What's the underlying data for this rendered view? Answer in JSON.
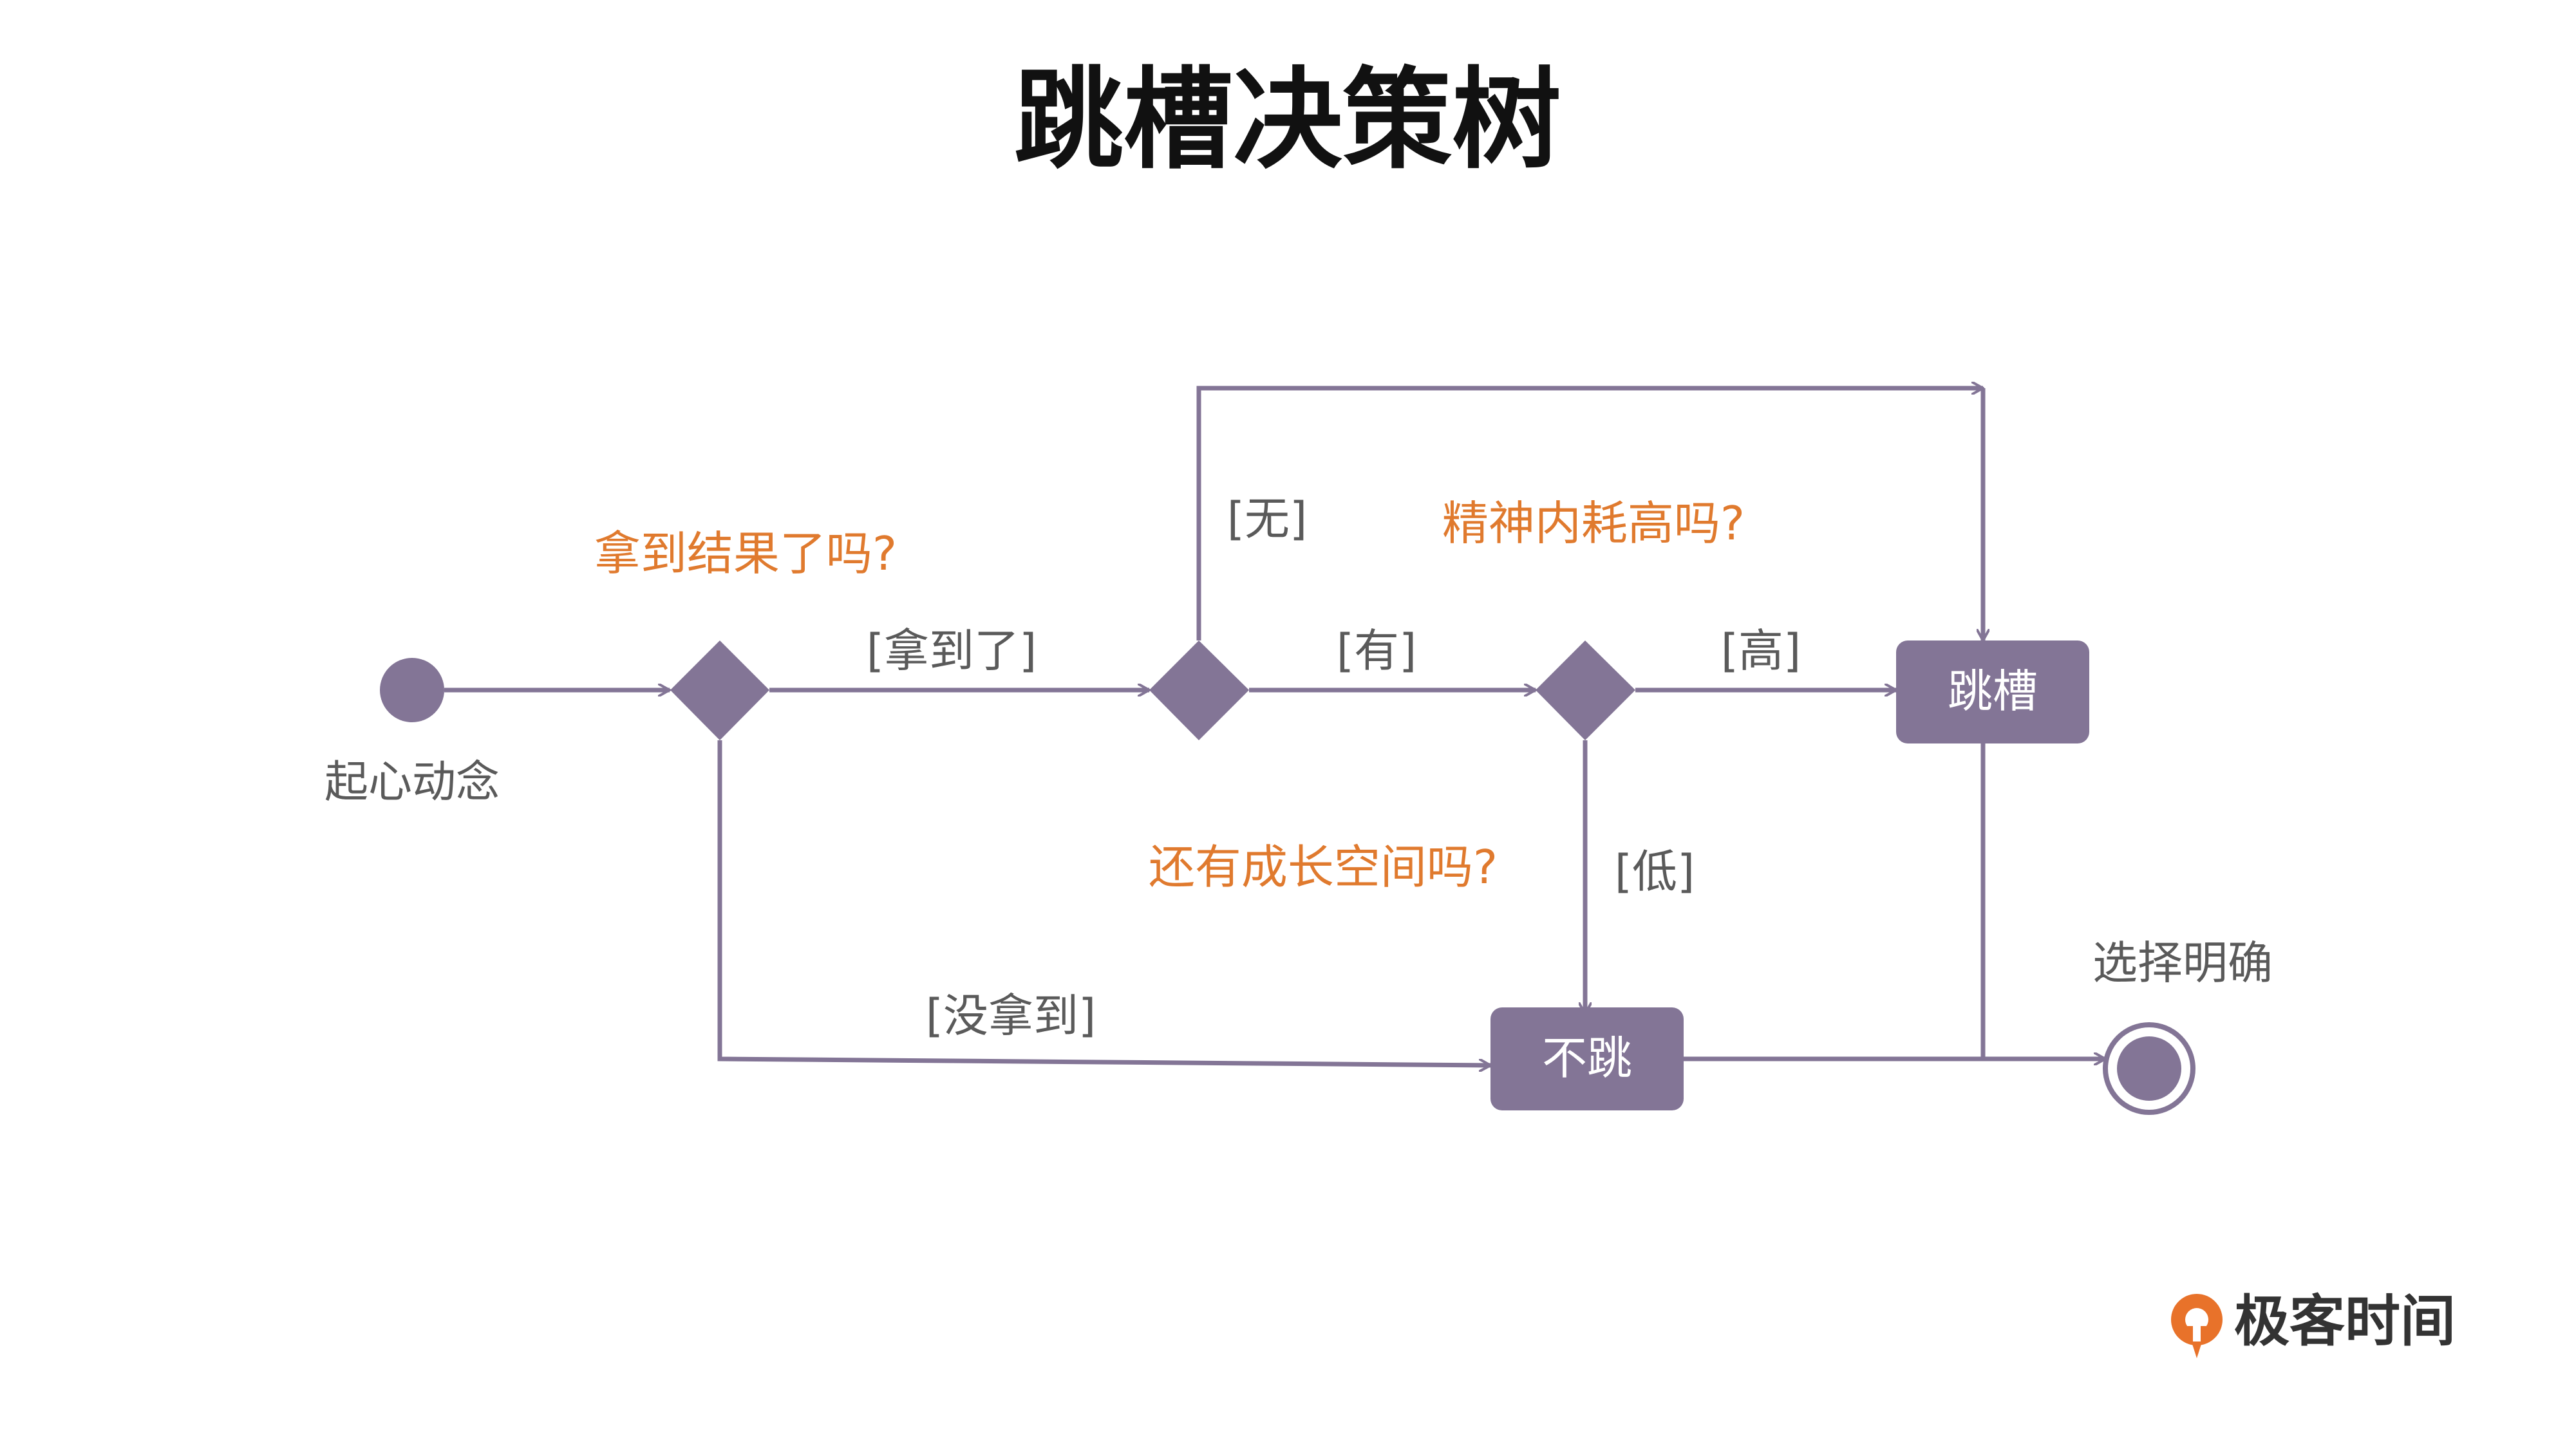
{
  "title": "跳槽决策树",
  "start_label": "起心动念",
  "end_label": "选择明确",
  "questions": {
    "result": "拿到结果了吗?",
    "growth": "还有成长空间吗?",
    "burnout": "精神内耗高吗?"
  },
  "edges": {
    "got_it": "[拿到了]",
    "not_got": "[没拿到]",
    "none": "[无]",
    "has": "[有]",
    "high": "[高]",
    "low": "[低]"
  },
  "outcomes": {
    "switch": "跳槽",
    "stay": "不跳"
  },
  "brand": {
    "name": "极客时间"
  },
  "colors": {
    "node": "#837596",
    "line": "#837596",
    "question": "#E07A2E",
    "edge_text": "#5a5a5a",
    "title": "#111111",
    "brand_orange": "#E8722A"
  }
}
